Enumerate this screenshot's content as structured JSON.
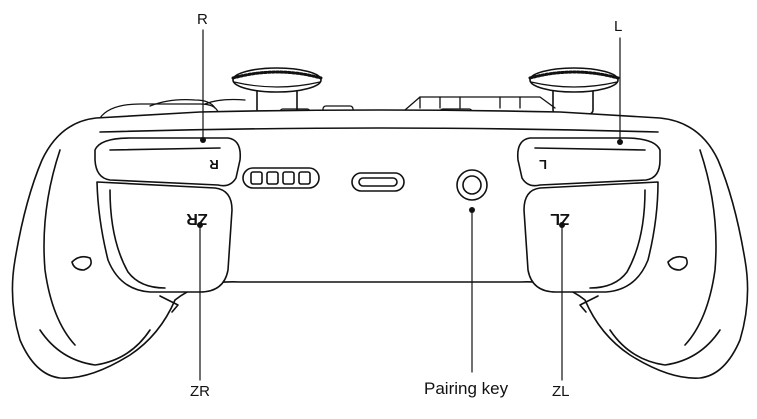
{
  "callouts": {
    "r": "R",
    "l": "L",
    "zr": "ZR",
    "zl": "ZL",
    "pairing_key": "Pairing key"
  },
  "embossed": {
    "r": "R",
    "zr": "ZR",
    "l": "L",
    "zl": "ZL"
  },
  "colors": {
    "line": "#111111",
    "background": "#ffffff"
  }
}
